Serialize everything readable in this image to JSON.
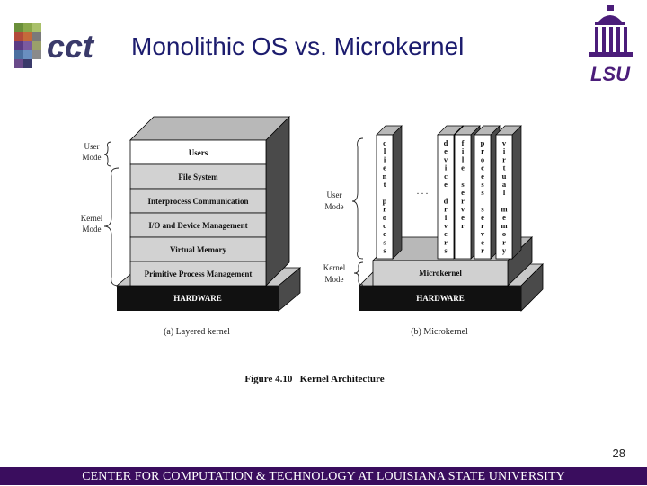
{
  "header": {
    "title": "Monolithic OS vs. Microkernel",
    "logo_left_text": "cct",
    "logo_right_text": "LSU"
  },
  "layered": {
    "layers": [
      "Users",
      "File System",
      "Interprocess Communication",
      "I/O and Device Management",
      "Virtual Memory",
      "Primitive Process Management"
    ],
    "hardware": "HARDWARE",
    "side_labels": {
      "user_line1": "User",
      "user_line2": "Mode",
      "kernel_line1": "Kernel",
      "kernel_line2": "Mode"
    },
    "caption": "(a) Layered kernel"
  },
  "micro": {
    "columns": [
      {
        "id": "client-process",
        "letters": [
          "c",
          "l",
          "i",
          "e",
          "n",
          "t",
          "",
          "p",
          "r",
          "o",
          "c",
          "e",
          "s",
          "s"
        ]
      },
      {
        "id": "device-drivers",
        "letters": [
          "d",
          "e",
          "v",
          "i",
          "c",
          "e",
          "",
          "d",
          "r",
          "i",
          "v",
          "e",
          "r",
          "s"
        ]
      },
      {
        "id": "file-server",
        "letters": [
          "f",
          "i",
          "l",
          "e",
          "",
          "s",
          "e",
          "r",
          "v",
          "e",
          "r"
        ]
      },
      {
        "id": "process-server",
        "letters": [
          "p",
          "r",
          "o",
          "c",
          "e",
          "s",
          "s",
          "",
          "s",
          "e",
          "r",
          "v",
          "e",
          "r"
        ]
      },
      {
        "id": "virtual-memory",
        "letters": [
          "v",
          "i",
          "r",
          "t",
          "u",
          "a",
          "l",
          "",
          "m",
          "e",
          "m",
          "o",
          "r",
          "y"
        ]
      }
    ],
    "ellipsis": ". . .",
    "microkernel": "Microkernel",
    "hardware": "HARDWARE",
    "side_labels": {
      "user_line1": "User",
      "user_line2": "Mode",
      "kernel_line1": "Kernel",
      "kernel_line2": "Mode"
    },
    "caption": "(b) Microkernel"
  },
  "figure_caption": "Figure 4.10   Kernel Architecture",
  "page_number": "28",
  "footer": "CENTER FOR COMPUTATION & TECHNOLOGY AT LOUISIANA STATE UNIVERSITY",
  "colors": {
    "title": "#1c1c6e",
    "footer_bg": "#3a0d5e",
    "hardware": "#111111",
    "side_gray": "#4a4a4a",
    "top_gray": "#b8b8b8",
    "lsu_purple": "#4b1d7a"
  }
}
